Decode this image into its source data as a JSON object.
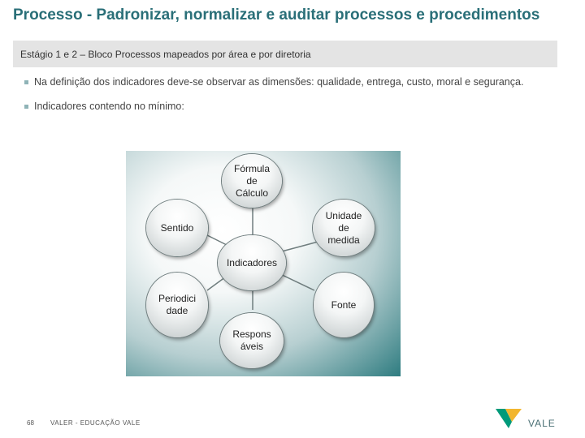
{
  "header": {
    "title": "Processo - Padronizar, normalizar e auditar processos e procedimentos",
    "subtitle": "Estágio 1 e 2 – Bloco Processos mapeados por área e por diretoria"
  },
  "bullets": [
    "Na definição dos indicadores deve-se observar as dimensões: qualidade, entrega, custo, moral e segurança.",
    "Indicadores contendo no mínimo:"
  ],
  "diagram": {
    "center": "Indicadores",
    "nodes": {
      "formula": "Fórmula\nde\nCálculo",
      "unidade": "Unidade\nde\nmedida",
      "sentido": "Sentido",
      "periodicidade": "Periodici\ndade",
      "fonte": "Fonte",
      "responsaveis": "Respons\náveis"
    }
  },
  "footer": {
    "page_number": "68",
    "text": "VALER - EDUCAÇÃO VALE",
    "logo_text": "VALE"
  },
  "colors": {
    "title": "#2a6f78",
    "logo_green": "#009a7a",
    "logo_yellow": "#f2b62f"
  }
}
